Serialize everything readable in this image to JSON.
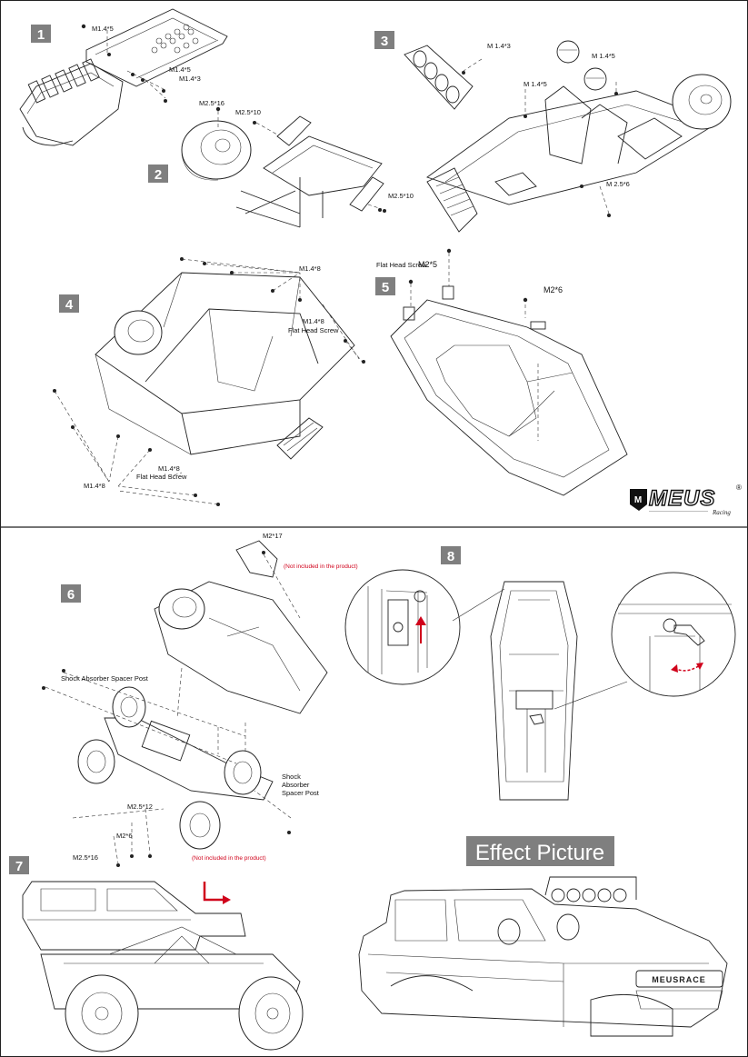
{
  "steps": [
    "1",
    "2",
    "3",
    "4",
    "5",
    "6",
    "7",
    "8"
  ],
  "labels": {
    "s1": [
      "M1.4*5",
      "M1.4*5",
      "M1.4*3"
    ],
    "s2": [
      "M2.5*16",
      "M2.5*10",
      "M2.5*10"
    ],
    "s3": [
      "M 1.4*3",
      "M 1.4*5",
      "M 1.4*5",
      "M 2.5*6"
    ],
    "s4": [
      "M1.4*8",
      "M1.4*8",
      "Flat Head Screw",
      "M1.4*8",
      "Flat Head Screw",
      "M1.4*8"
    ],
    "s5": [
      "Flat Head Screw",
      "M2*5",
      "M2*6"
    ],
    "s6": [
      "M2*17",
      "(Not included in the product)",
      "Shock Absorber Spacer Post",
      "Shock",
      "Absorber",
      "Spacer Post",
      "M2.5*12",
      "M2*6",
      "M2.5*16",
      "(Not included in the product)"
    ]
  },
  "brand": {
    "name": "MEUS",
    "sub": "Racing",
    "reg": "®",
    "tagline": "—————————————"
  },
  "effect_title": "Effect Picture",
  "plate_text": "MEUSRACE",
  "colors": {
    "step_bg": "#7f7f7f",
    "red": "#d0021b",
    "divider": "#222222"
  }
}
